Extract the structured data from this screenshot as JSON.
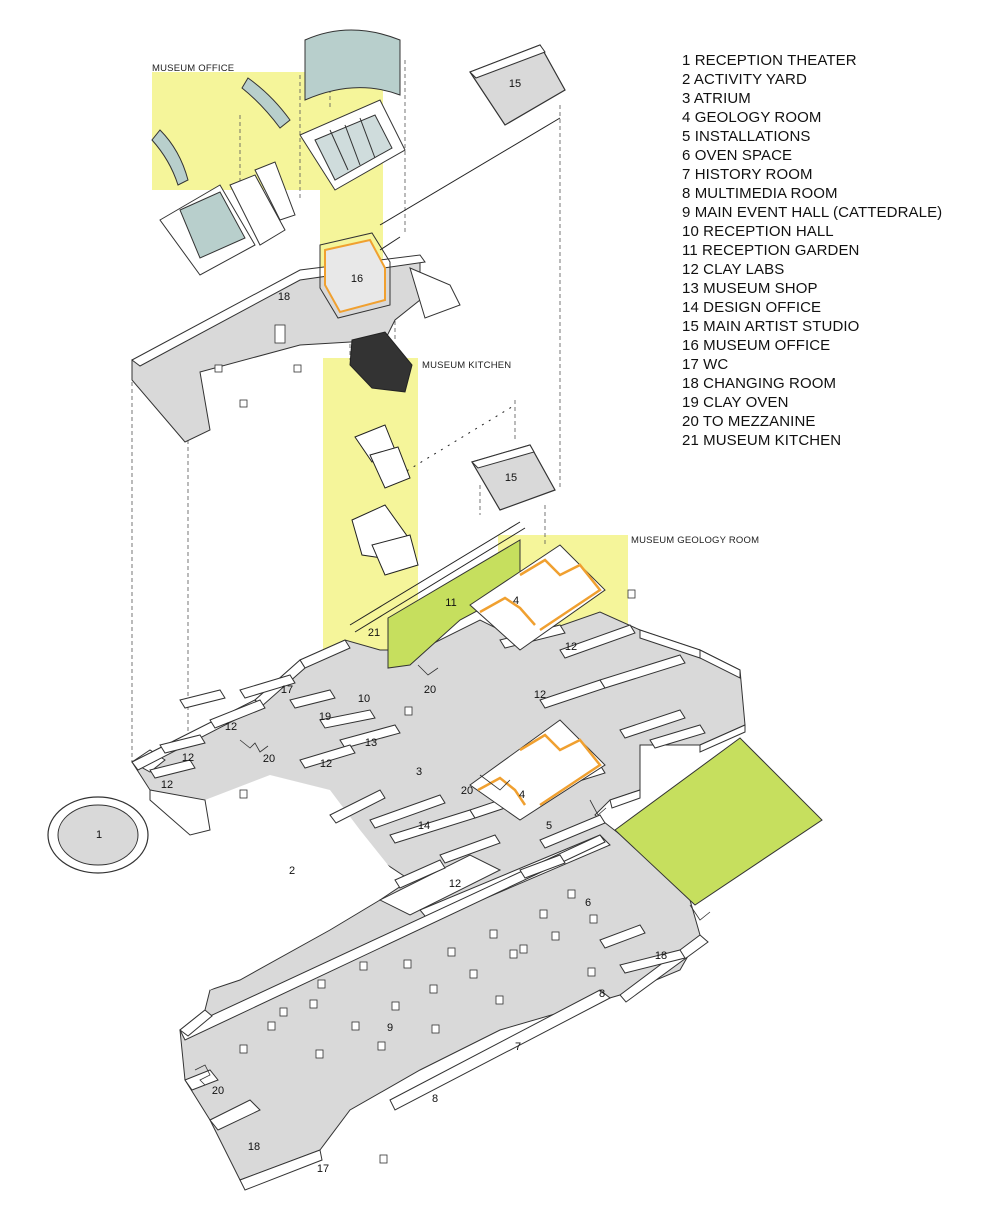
{
  "legend": [
    "1 RECEPTION THEATER",
    "2 ACTIVITY YARD",
    "3 ATRIUM",
    "4 GEOLOGY ROOM",
    "5 INSTALLATIONS",
    "6 OVEN SPACE",
    "7 HISTORY ROOM",
    "8 MULTIMEDIA ROOM",
    "9 MAIN EVENT HALL (CATTEDRALE)",
    "10 RECEPTION HALL",
    "11 RECEPTION GARDEN",
    "12 CLAY LABS",
    "13 MUSEUM SHOP",
    "14 DESIGN OFFICE",
    "15 MAIN ARTIST STUDIO",
    "16 MUSEUM OFFICE",
    "17 WC",
    "18 CHANGING ROOM",
    "19 CLAY OVEN",
    "20 TO MEZZANINE",
    "21 MUSEUM KITCHEN"
  ],
  "callouts": {
    "museum_office": "MUSEUM OFFICE",
    "museum_kitchen": "MUSEUM KITCHEN",
    "museum_geology_room": "MUSEUM GEOLOGY ROOM"
  },
  "room_numbers": {
    "n1": "1",
    "n2": "2",
    "n3": "3",
    "n4a": "4",
    "n4b": "4",
    "n5": "5",
    "n6": "6",
    "n7": "7",
    "n8a": "8",
    "n8b": "8",
    "n9": "9",
    "n10": "10",
    "n11": "11",
    "n12a": "12",
    "n12b": "12",
    "n12c": "12",
    "n12d": "12",
    "n12e": "12",
    "n12f": "12",
    "n12g": "12",
    "n13": "13",
    "n14": "14",
    "n15a": "15",
    "n15b": "15",
    "n16": "16",
    "n17a": "17",
    "n17b": "17",
    "n18a": "18",
    "n18b": "18",
    "n18c": "18",
    "n19": "19",
    "n20a": "20",
    "n20b": "20",
    "n20c": "20",
    "n20d": "20",
    "n21": "21"
  },
  "colors": {
    "highlight_yellow": "#f5f59a",
    "garden_green": "#c6df5e",
    "floor_gray": "#d9d9d9",
    "wall_white": "#ffffff",
    "accent_orange": "#f0a030",
    "line": "#333333"
  }
}
